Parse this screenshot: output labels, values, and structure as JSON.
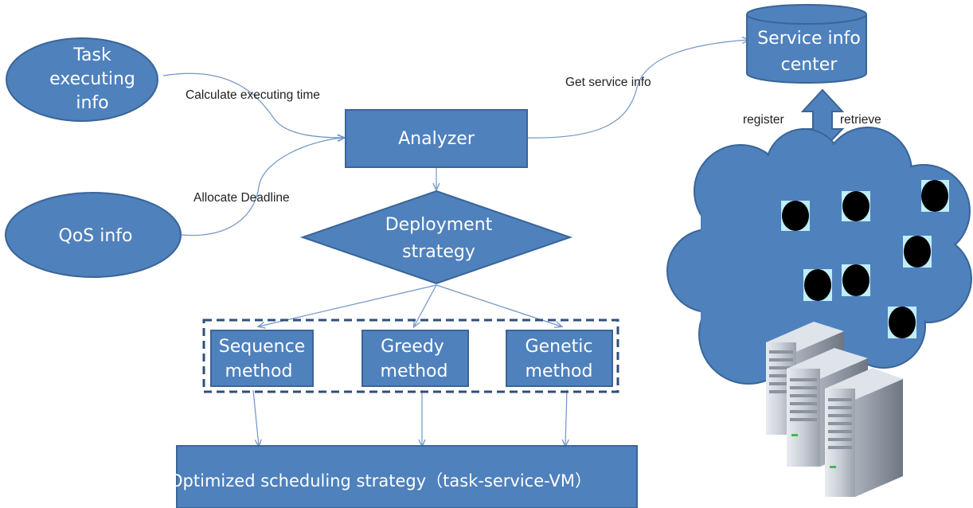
{
  "colors": {
    "node_fill": "#4f81bd",
    "node_stroke": "#3a6597",
    "edge": "#6f94c8",
    "node_text": "#ffffff",
    "label_text": "#222222",
    "vm_square": "#bfeefa",
    "vm_dot": "#000000"
  },
  "nodes": {
    "task_info": [
      "Task",
      "executing",
      "info"
    ],
    "qos_info": [
      "QoS info"
    ],
    "analyzer": [
      "Analyzer"
    ],
    "deployment": [
      "Deployment",
      "strategy"
    ],
    "sequence": [
      "Sequence",
      "method"
    ],
    "greedy": [
      "Greedy",
      "method"
    ],
    "genetic": [
      "Genetic",
      "method"
    ],
    "optimized": [
      "Optimized scheduling strategy（task-service-VM）"
    ],
    "service_center": [
      "Service info",
      "center"
    ]
  },
  "edges": {
    "calc_time": "Calculate executing time",
    "allocate_deadline": "Allocate Deadline",
    "get_service": "Get service info",
    "register": "register",
    "retrieve": "retrieve"
  },
  "icons": {
    "cloud": "cloud-icon",
    "vm": "vm-dot-icon",
    "servers": "server-rack-icon"
  }
}
